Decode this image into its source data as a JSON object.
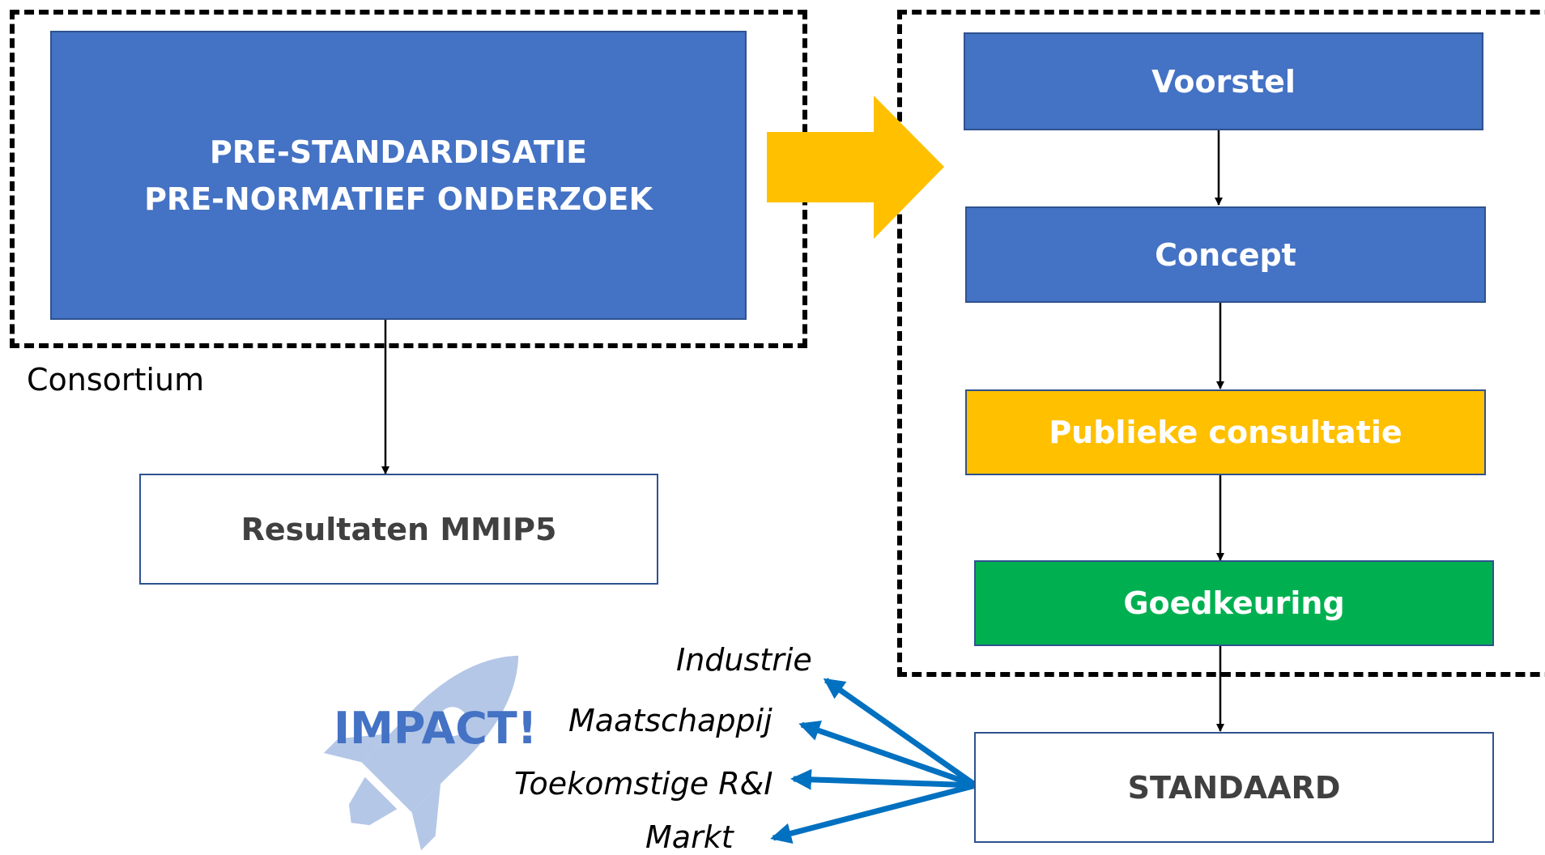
{
  "left_group": {
    "main_box_line1": "PRE-STANDARDISATIE",
    "main_box_line2": "PRE-NORMATIEF ONDERZOEK",
    "consortium_label": "Consortium",
    "results_box": "Resultaten MMIP5"
  },
  "process": {
    "steps": [
      "Voorstel",
      "Concept",
      "Publieke consultatie",
      "Goedkeuring"
    ],
    "standard_box": "STANDAARD"
  },
  "impact": {
    "label": "IMPACT!",
    "targets": [
      "Industrie",
      "Maatschappij",
      "Toekomstige R&I",
      "Markt"
    ]
  },
  "colors": {
    "blue": "#4472c4",
    "yellow": "#ffc000",
    "green": "#00b050",
    "arrow_blue": "#0070c0",
    "rocket": "#b4c7e7"
  }
}
